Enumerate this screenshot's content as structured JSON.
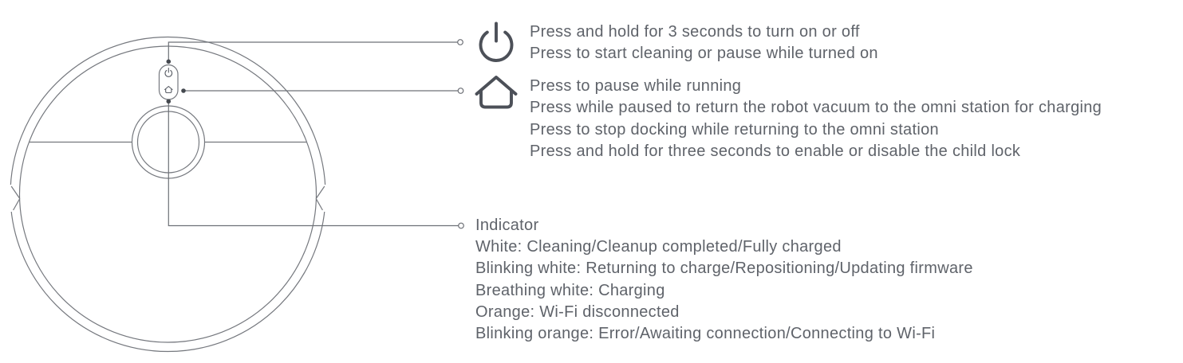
{
  "diagram": {
    "subject": "robot-vacuum-top-view",
    "colors": {
      "line": "#75787e",
      "text": "#5f636a",
      "icon": "#4c5058",
      "dot": "#45494f"
    }
  },
  "callouts": [
    {
      "id": "power-button",
      "icon": "power-icon",
      "lines": [
        "Press and hold for 3 seconds to turn on or off",
        "Press to start cleaning or pause while turned on"
      ]
    },
    {
      "id": "home-button",
      "icon": "home-icon",
      "lines": [
        "Press to pause while running",
        "Press while paused to return the robot vacuum to the omni station for charging",
        "Press to stop docking while returning to the omni station",
        "Press and hold for three seconds to enable or disable the child lock"
      ]
    },
    {
      "id": "indicator",
      "title": "Indicator",
      "lines": [
        "White: Cleaning/Cleanup completed/Fully charged",
        "Blinking white: Returning to charge/Repositioning/Updating firmware",
        "Breathing white: Charging",
        "Orange: Wi-Fi disconnected",
        "Blinking orange: Error/Awaiting connection/Connecting to Wi-Fi"
      ]
    }
  ]
}
